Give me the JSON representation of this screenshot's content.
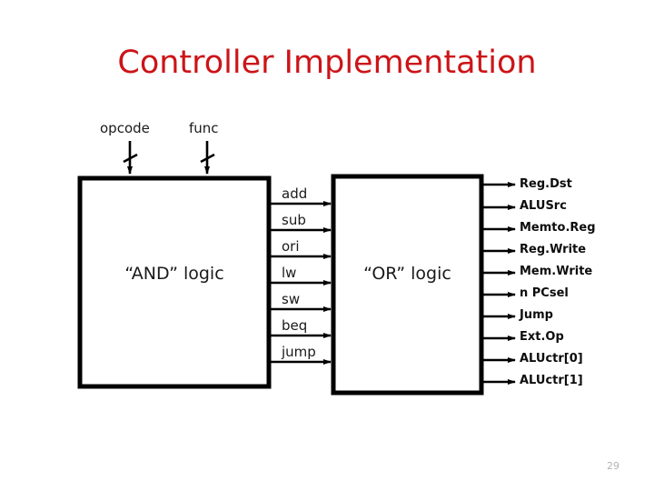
{
  "slide": {
    "title": "Controller Implementation",
    "title_color": "#CC1418",
    "page_number": "29",
    "background": "#FFFFFF"
  },
  "diagram": {
    "inputs": [
      {
        "label": "opcode",
        "bus": true
      },
      {
        "label": "func",
        "bus": true
      }
    ],
    "blocks": [
      {
        "id": "and-logic",
        "title": "“AND” logic"
      },
      {
        "id": "or-logic",
        "title": "“OR” logic"
      }
    ],
    "intermediate_signals": [
      "add",
      "sub",
      "ori",
      "lw",
      "sw",
      "beq",
      "jump"
    ],
    "outputs": [
      "Reg.Dst",
      "ALUSrc",
      "Memto.Reg",
      "Reg.Write",
      "Mem.Write",
      "n PCsel",
      "Jump",
      "Ext.Op",
      "ALUctr[0]",
      "ALUctr[1]"
    ]
  }
}
